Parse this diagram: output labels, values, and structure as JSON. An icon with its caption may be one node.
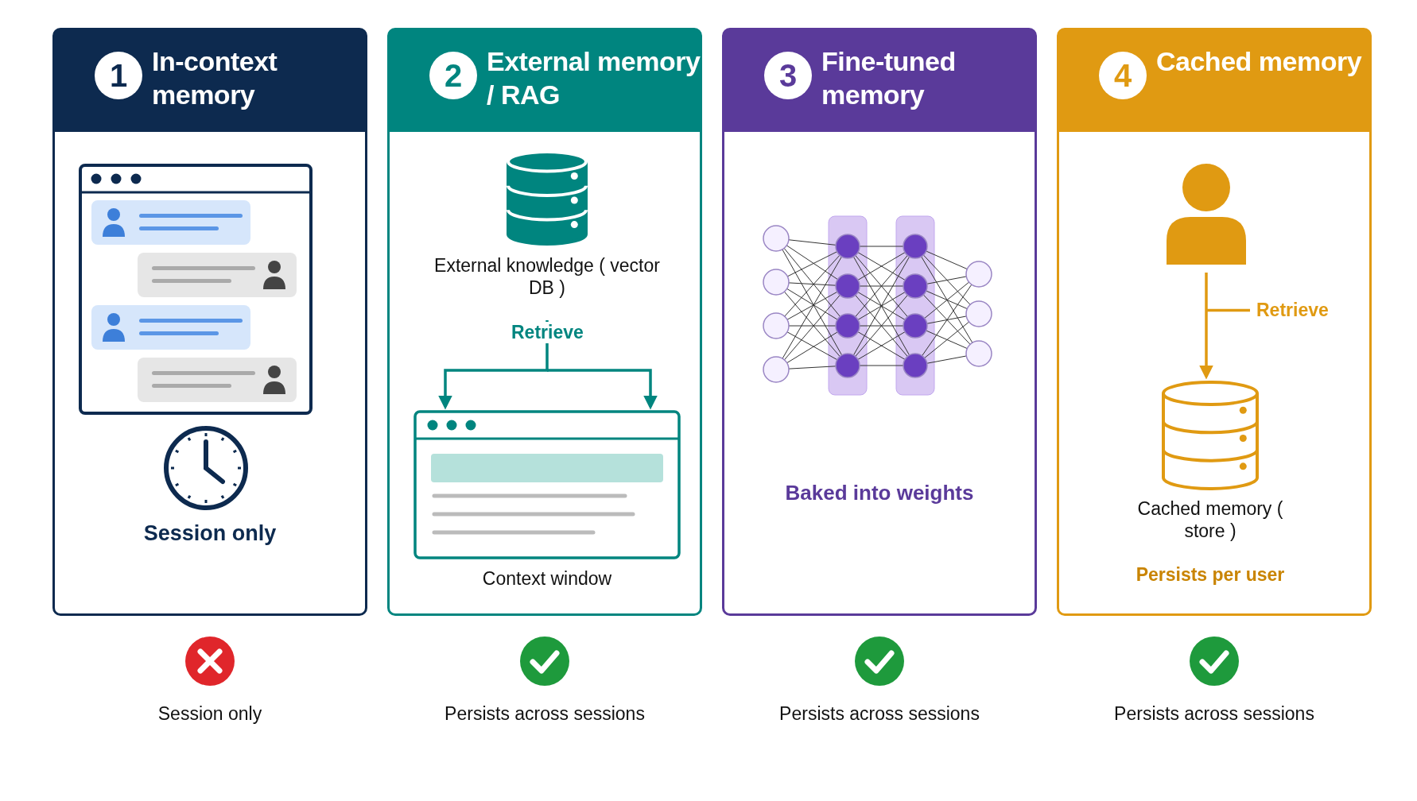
{
  "diagram": {
    "nodes": [
      {
        "text": [
          "1",
          "In-context memory",
          "Session only"
        ]
      },
      {
        "text": [
          "2",
          "External memory / RAG"
        ]
      },
      {
        "text": [
          "External knowledge ( vector DB )"
        ],
        "in": 1
      },
      {
        "text": [
          "Context window"
        ],
        "in": 1
      },
      {
        "text": [
          "3",
          "Fine-tuned memory",
          "Baked into weights"
        ]
      },
      {
        "text": [
          "4",
          "Cached memory"
        ]
      },
      {
        "text": [],
        "shape": "person",
        "in": 5
      },
      {
        "text": [
          "Cached memory ( store )"
        ],
        "beside": [
          "Persists per user"
        ],
        "in": 5
      }
    ],
    "edges": [
      {
        "from": 2,
        "to": 3,
        "arrow": "to",
        "label": "Retrieve",
        "color": "#00857f"
      },
      {
        "from": 6,
        "to": 7,
        "arrow": "to",
        "label": "Retrieve",
        "color": "#e09a12"
      }
    ],
    "labels": [
      "Session only",
      "Persists across sessions",
      "Persists across sessions",
      "Persists across sessions"
    ]
  }
}
